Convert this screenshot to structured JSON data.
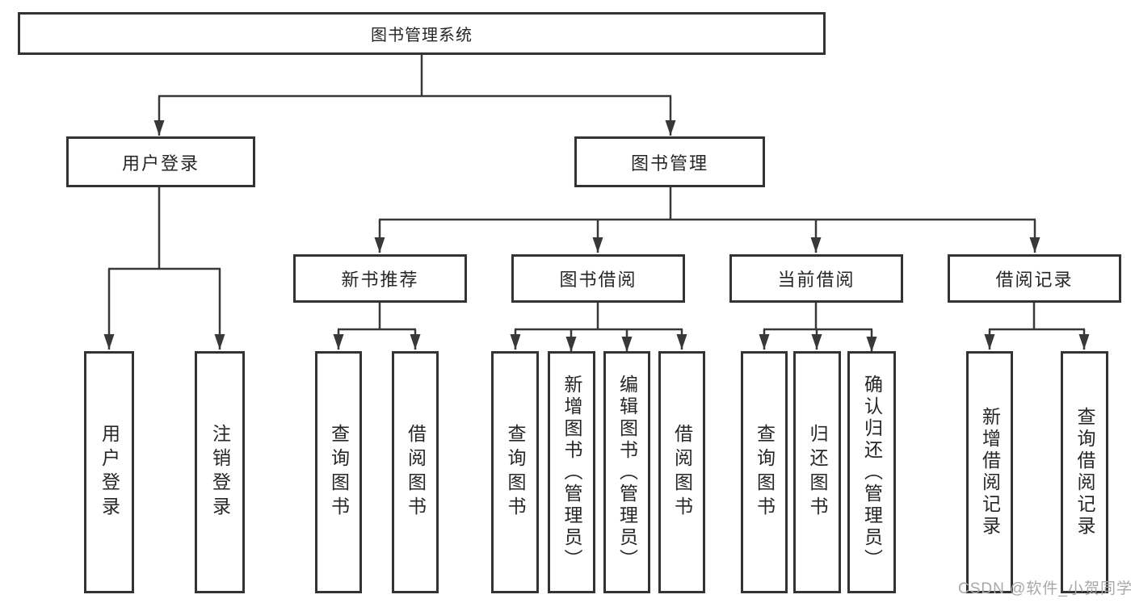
{
  "diagram": {
    "root": {
      "label": "图书管理系统"
    },
    "branches": [
      {
        "label": "用户登录",
        "children": [
          {
            "label": "用户登录"
          },
          {
            "label": "注销登录"
          }
        ]
      },
      {
        "label": "图书管理",
        "children": [
          {
            "label": "新书推荐",
            "children": [
              {
                "label": "查询图书"
              },
              {
                "label": "借阅图书"
              }
            ]
          },
          {
            "label": "图书借阅",
            "children": [
              {
                "label": "查询图书"
              },
              {
                "label": "新增图书（管理员）"
              },
              {
                "label": "编辑图书（管理员）"
              },
              {
                "label": "借阅图书"
              }
            ]
          },
          {
            "label": "当前借阅",
            "children": [
              {
                "label": "查询图书"
              },
              {
                "label": "归还图书"
              },
              {
                "label": "确认归还（管理员）"
              }
            ]
          },
          {
            "label": "借阅记录",
            "children": [
              {
                "label": "新增借阅记录"
              },
              {
                "label": "查询借阅记录"
              }
            ]
          }
        ]
      }
    ]
  },
  "watermark": {
    "text": "CSDN @软件_小贺同学"
  },
  "colors": {
    "line": "#383838",
    "border": "#333333",
    "text": "#262626",
    "watermark_text": "#a8a8a8",
    "background": "#ffffff"
  }
}
